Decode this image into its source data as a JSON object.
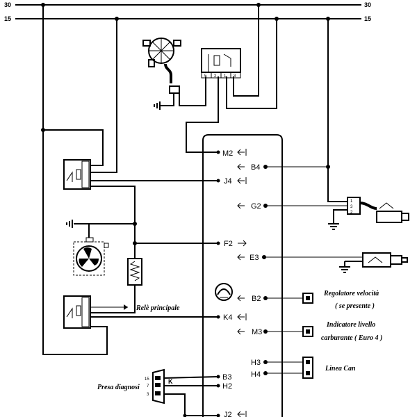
{
  "rails": {
    "r30": "30",
    "r15": "15"
  },
  "ecu_pins": {
    "m2": "M2",
    "b4": "B4",
    "j4": "J4",
    "g2": "G2",
    "f2": "F2",
    "e3": "E3",
    "b2": "B2",
    "k4": "K4",
    "m3": "M3",
    "h3": "H3",
    "h4": "H4",
    "b3": "B3",
    "h2": "H2",
    "j2": "J2"
  },
  "notes": {
    "rele_principale": "Relè principale",
    "regolatore_1": "Regolatore velocità",
    "regolatore_2": "( se presente )",
    "indicatore_1": "Indicatore livello",
    "indicatore_2": "carburante ( Euro 4 )",
    "linea_can": "Linea Can",
    "presa_diagnosi": "Presa diagnosi"
  },
  "diag_connector": {
    "p15": "15",
    "p7": "7",
    "p3": "3",
    "k": "K"
  },
  "top_relay_pins": {
    "p5": "5",
    "p2": "2",
    "p1": "1",
    "p3": "3"
  },
  "sensor_pins": {
    "p1": "1",
    "p3": "3",
    "p2": "2"
  }
}
